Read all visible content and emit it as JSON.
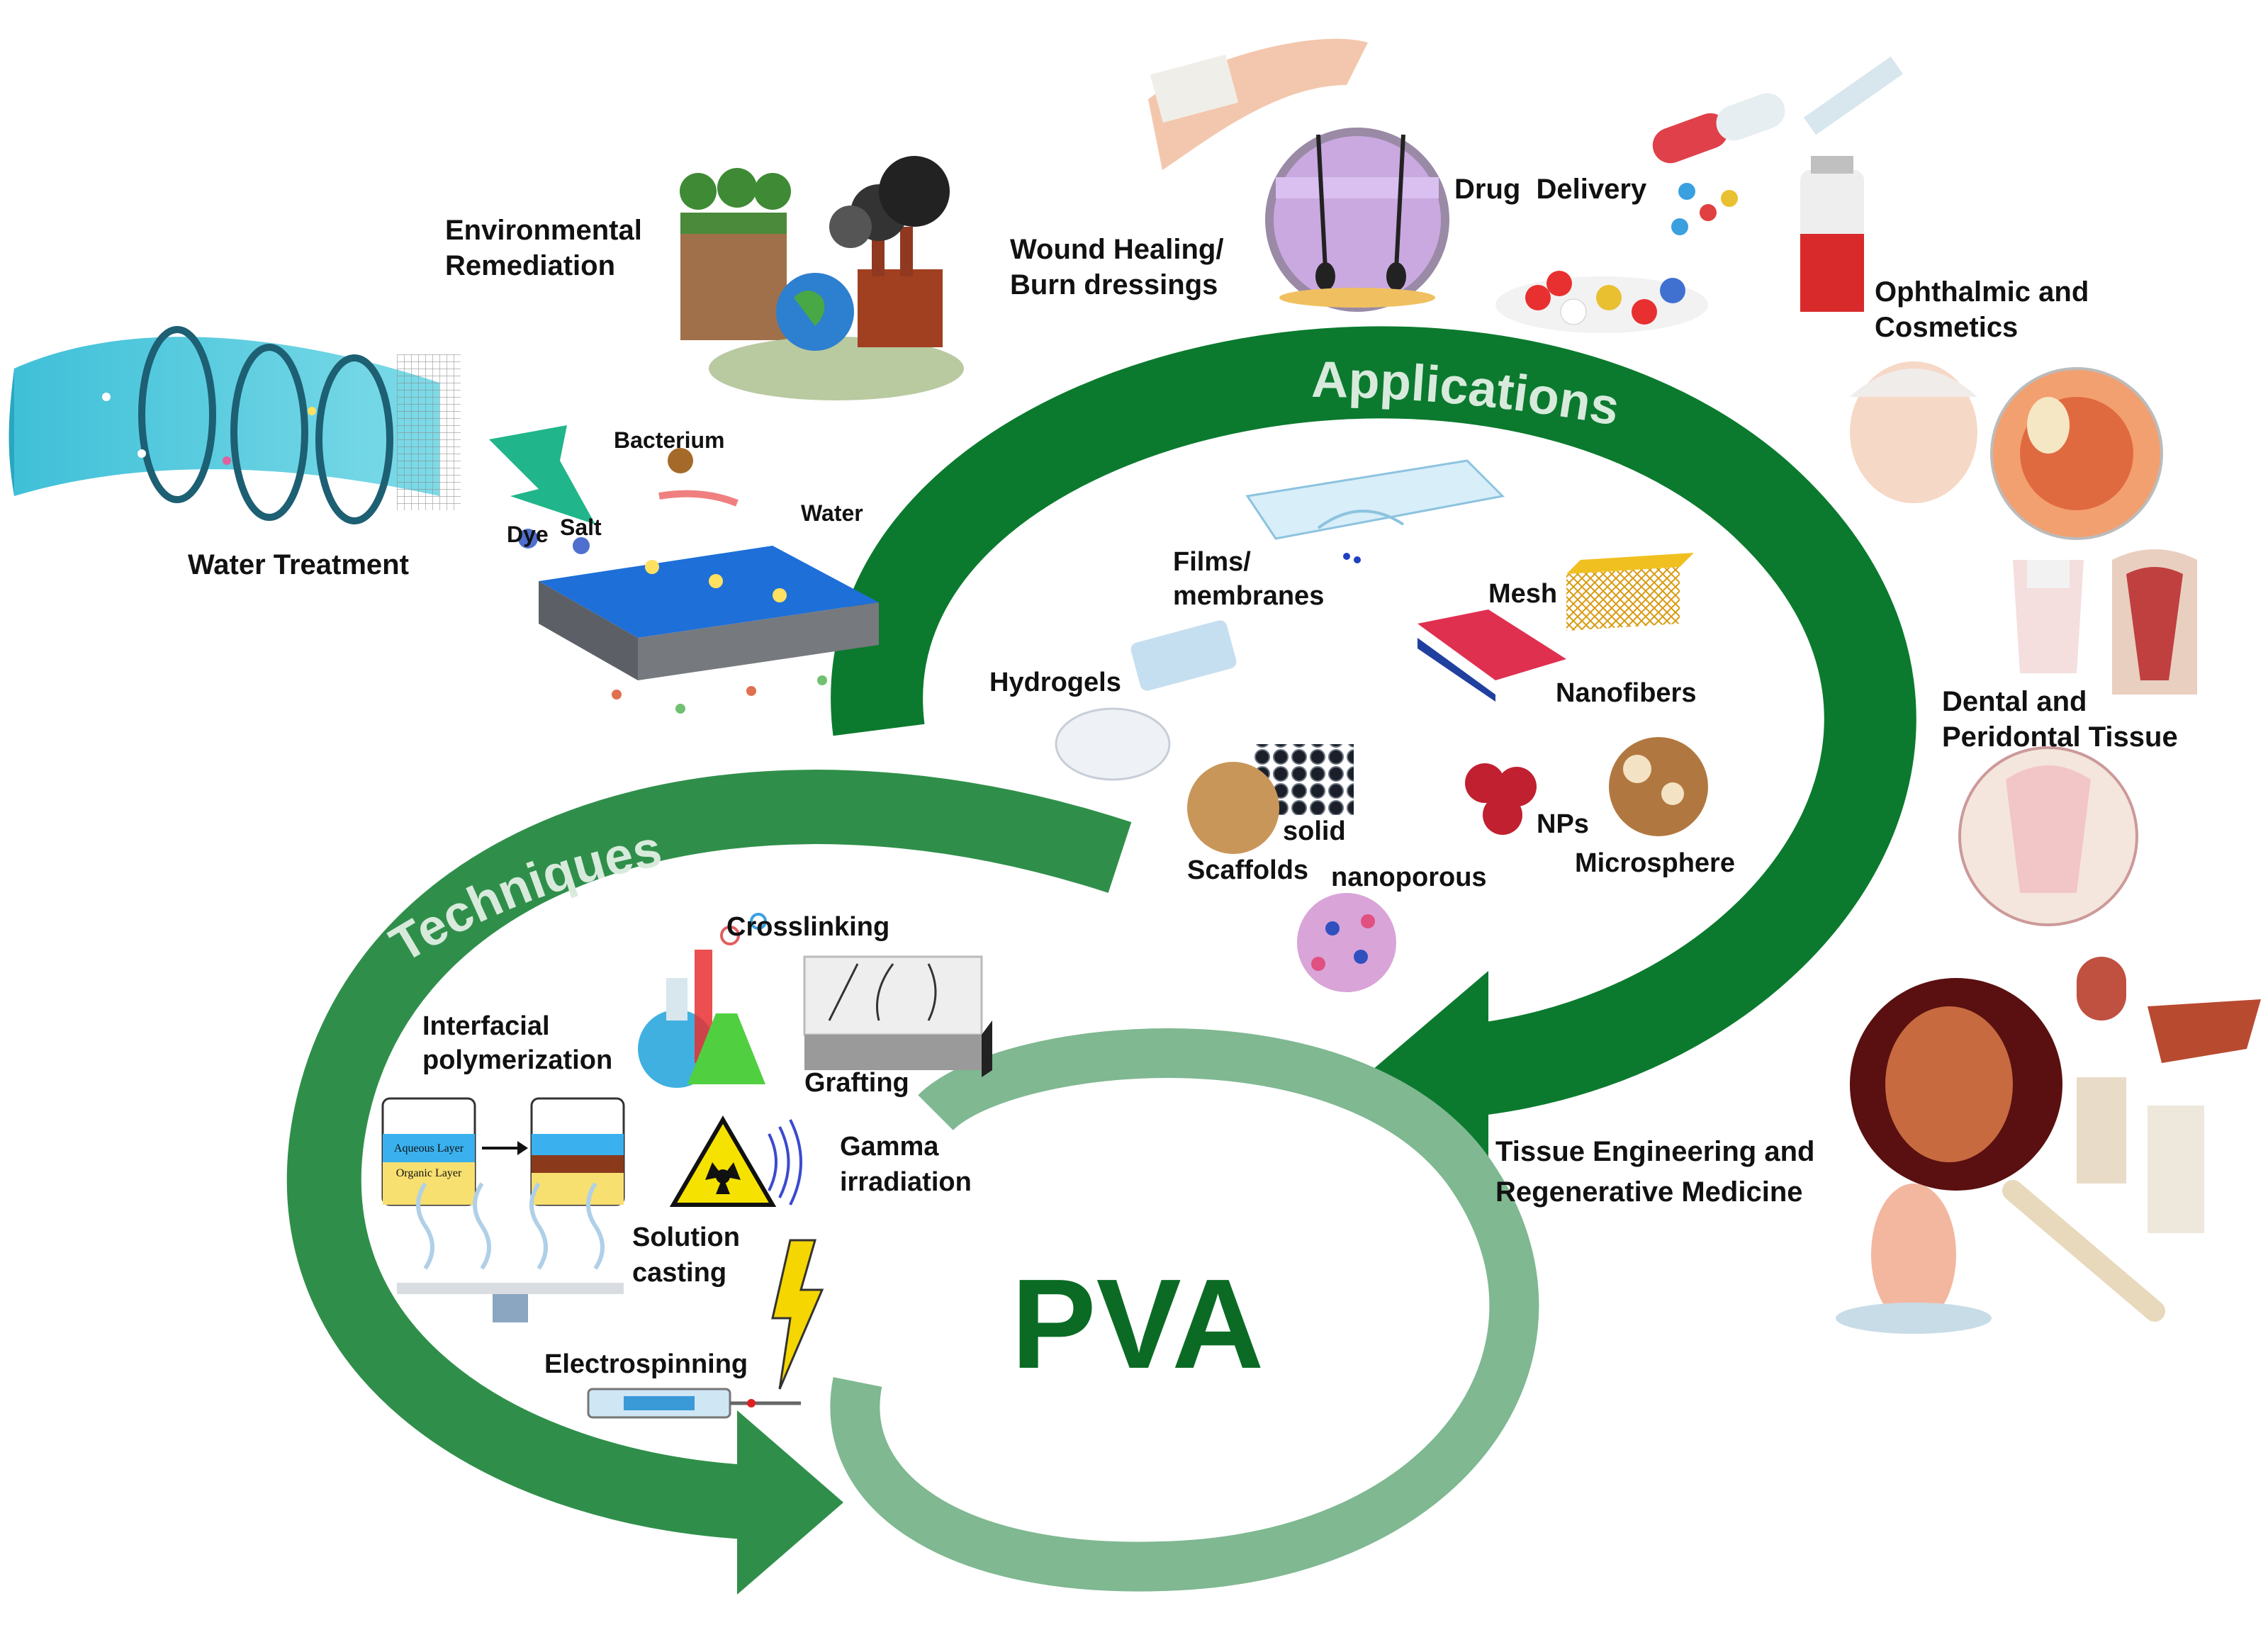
{
  "center_label": "PVA",
  "arrow_labels": {
    "applications": "Applications",
    "techniques": "Techniques"
  },
  "applications": {
    "environmental": [
      "Environmental",
      "Remediation"
    ],
    "water_treatment": "Water Treatment",
    "wound": [
      "Wound Healing/",
      "Burn dressings"
    ],
    "drug_delivery": "Drug  Delivery",
    "ophthalmic": [
      "Ophthalmic and",
      "Cosmetics"
    ],
    "dental": [
      "Dental and",
      "Peridontal Tissue"
    ],
    "tissue": [
      "Tissue Engineering and",
      "Regenerative Medicine"
    ]
  },
  "membrane_labels": {
    "bacterium": "Bacterium",
    "dye": "Dye",
    "salt": "Salt",
    "water": "Water"
  },
  "forms": {
    "films": [
      "Films/",
      "membranes"
    ],
    "mesh": "Mesh",
    "nanofibers": "Nanofibers",
    "hydrogels": "Hydrogels",
    "solid": "solid",
    "scaffolds": "Scaffolds",
    "nanoporous": "nanoporous",
    "nps": "NPs",
    "microsphere": "Microsphere"
  },
  "techniques": {
    "crosslinking": "Crosslinking",
    "interfacial": [
      "Interfacial",
      "polymerization"
    ],
    "grafting": "Grafting",
    "gamma": [
      "Gamma",
      "irradiation"
    ],
    "solution": [
      "Solution",
      "casting"
    ],
    "electrospinning": "Electrospinning"
  },
  "beaker_labels": {
    "aqueous": "Aqueous Layer",
    "organic": "Organic Layer"
  },
  "colors": {
    "arrow_dark": "#0b7a2e",
    "arrow_mid": "#2f8f4a",
    "ring": "#7fb891",
    "title": "#0b6b25",
    "arrow_text": "#d8eadc"
  }
}
